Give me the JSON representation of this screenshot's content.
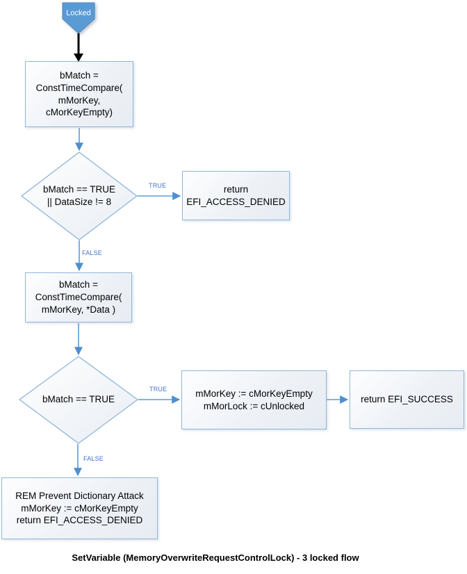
{
  "diagram": {
    "caption": "SetVariable (MemoryOverwriteRequestControlLock) - 3 locked flow",
    "start": {
      "label": "Locked"
    },
    "nodes": {
      "compare_empty": "bMatch =\nConstTimeCompare(\nmMorKey,\ncMorKeyEmpty)",
      "check_match_or_size": "bMatch == TRUE\n|| DataSize != 8",
      "access_denied_first": "return\nEFI_ACCESS_DENIED",
      "compare_data": "bMatch =\nConstTimeCompare(\nmMorKey, *Data )",
      "check_match": "bMatch == TRUE",
      "unlock_actions": "mMorKey := cMorKeyEmpty\nmMorLock := cUnlocked",
      "success": "return EFI_SUCCESS",
      "deny_final": "REM Prevent Dictionary Attack\nmMorKey := cMorKeyEmpty\nreturn EFI_ACCESS_DENIED"
    },
    "edge_labels": {
      "true1": "TRUE",
      "false1": "FALSE",
      "true2": "TRUE",
      "false2": "FALSE"
    },
    "colors": {
      "pentagon_fill": "#5b9bd5",
      "shape_border": "#8fb5da",
      "connector": "#5b9bd5",
      "arrowhead": "#4e8fcc",
      "edge_label_text": "#4472c4",
      "start_arrow": "#000000",
      "node_text": "#000000"
    }
  }
}
